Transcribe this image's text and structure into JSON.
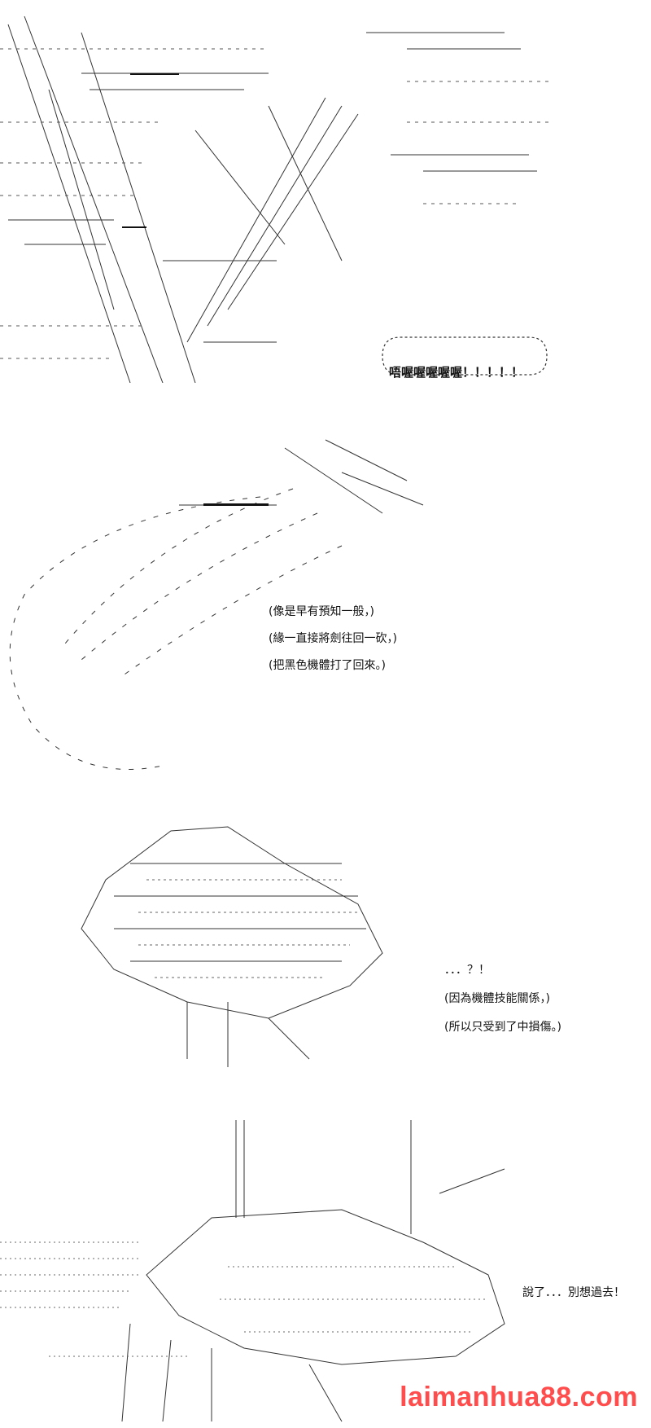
{
  "panels": [
    {
      "id": 1,
      "shout": "唔喔喔喔喔喔！！！！！"
    },
    {
      "id": 2,
      "captions": [
        "(像是早有預知一般，)",
        "(緣一直接將劍往回一砍，)",
        "(把黑色機體打了回來。)"
      ]
    },
    {
      "id": 3,
      "captions": [
        "．．．？！",
        "(因為機體技能關係，)",
        "(所以只受到了中損傷。)"
      ]
    },
    {
      "id": 4,
      "captions": [
        "說了．．．別想過去！"
      ]
    }
  ],
  "watermark": "laimanhua88.com",
  "colors": {
    "ink": "#222222",
    "watermark": "#ff4d4d"
  }
}
